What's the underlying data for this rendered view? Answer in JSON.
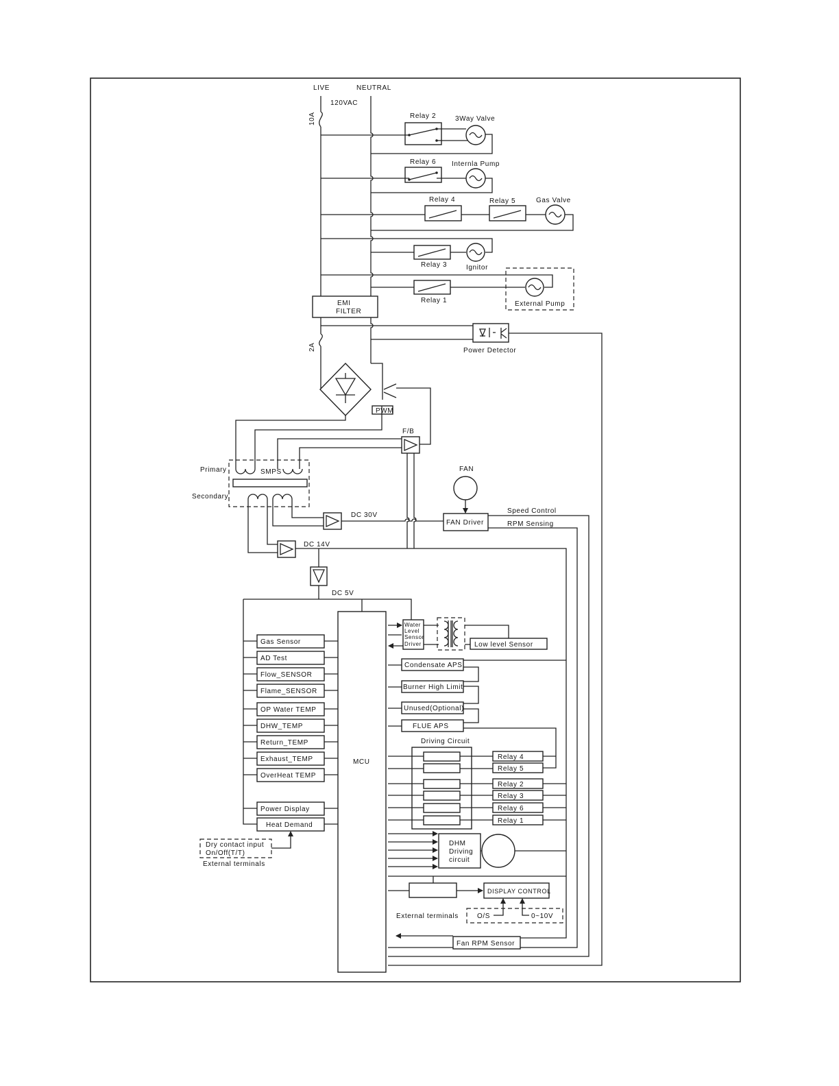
{
  "mains": {
    "live": "LIVE",
    "neutral": "NEUTRAL",
    "voltage": "120VAC",
    "fuse_main": "10A",
    "fuse_smps": "2A"
  },
  "loads": {
    "relay2": "Relay 2",
    "three_way_valve": "3Way Valve",
    "relay6": "Relay 6",
    "internal_pump": "Internla Pump",
    "relay4": "Relay 4",
    "relay5": "Relay 5",
    "gas_valve": "Gas Valve",
    "relay3": "Relay 3",
    "ignitor": "Ignitor",
    "relay1": "Relay 1",
    "external_pump": "External Pump"
  },
  "emi_filter": {
    "line1": "EMI",
    "line2": "FILTER"
  },
  "power_detector": "Power Detector",
  "pwm": "PWM",
  "fb": "F/B",
  "smps": {
    "label": "SMPS",
    "primary": "Primary",
    "secondary": "Secondary"
  },
  "rails": {
    "dc30": "DC 30V",
    "dc14": "DC 14V",
    "dc5": "DC 5V"
  },
  "fan": {
    "label": "FAN",
    "driver": "FAN Driver",
    "speed_control": "Speed Control",
    "rpm_sensing": "RPM Sensing"
  },
  "mcu": "MCU",
  "sensors": [
    "Gas Sensor",
    "AD Test",
    "Flow_SENSOR",
    "Flame_SENSOR",
    "OP Water TEMP",
    "DHW_TEMP",
    "Return_TEMP",
    "Exhaust_TEMP",
    "OverHeat TEMP"
  ],
  "power_display": "Power Display",
  "heat_demand": "Heat Demand",
  "dry_contact": {
    "line1": "Dry contact input",
    "line2": "On/Off(T/T)",
    "caption": "External terminals"
  },
  "water_level": {
    "line1": "Water",
    "line2": "Level",
    "line3": "Sensor",
    "line4": "Driver"
  },
  "low_level_sensor": "Low level Sensor",
  "inputs_right": [
    "Condensate APS",
    "Burner High Limit",
    "Unused(Optional)",
    "FLUE APS"
  ],
  "driving_circuit": "Driving Circuit",
  "relay_outputs": [
    "Relay 4",
    "Relay 5",
    "Relay 2",
    "Relay 3",
    "Relay 6",
    "Relay 1"
  ],
  "dhm": {
    "line1": "DHM",
    "line2": "Driving",
    "line3": "circuit"
  },
  "display_control": "DISPLAY CONTROL",
  "external_terminals": "External terminals",
  "os": "O/S",
  "zero_ten_v": "0~10V",
  "fan_rpm_sensor": "Fan RPM Sensor"
}
